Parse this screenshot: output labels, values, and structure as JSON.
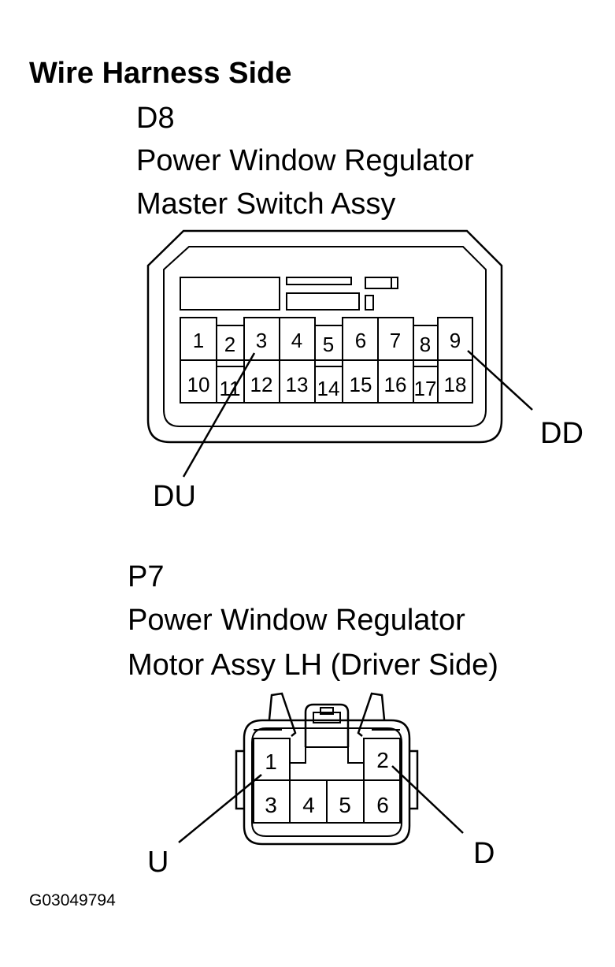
{
  "heading": "Wire Harness Side",
  "connector_d8": {
    "code": "D8",
    "name_line1": "Power Window Regulator",
    "name_line2": "Master Switch Assy",
    "pins_top": [
      "1",
      "2",
      "3",
      "4",
      "5",
      "6",
      "7",
      "8",
      "9"
    ],
    "pins_bottom": [
      "10",
      "11",
      "12",
      "13",
      "14",
      "15",
      "16",
      "17",
      "18"
    ],
    "callouts": {
      "du": "DU",
      "dd": "DD"
    }
  },
  "connector_p7": {
    "code": "P7",
    "name_line1": "Power Window Regulator",
    "name_line2": "Motor Assy LH (Driver Side)",
    "pins_top": [
      "1",
      "2"
    ],
    "pins_bottom": [
      "3",
      "4",
      "5",
      "6"
    ],
    "callouts": {
      "u": "U",
      "d": "D"
    }
  },
  "figure_code": "G03049794",
  "colors": {
    "line": "#000000",
    "background": "#ffffff"
  }
}
